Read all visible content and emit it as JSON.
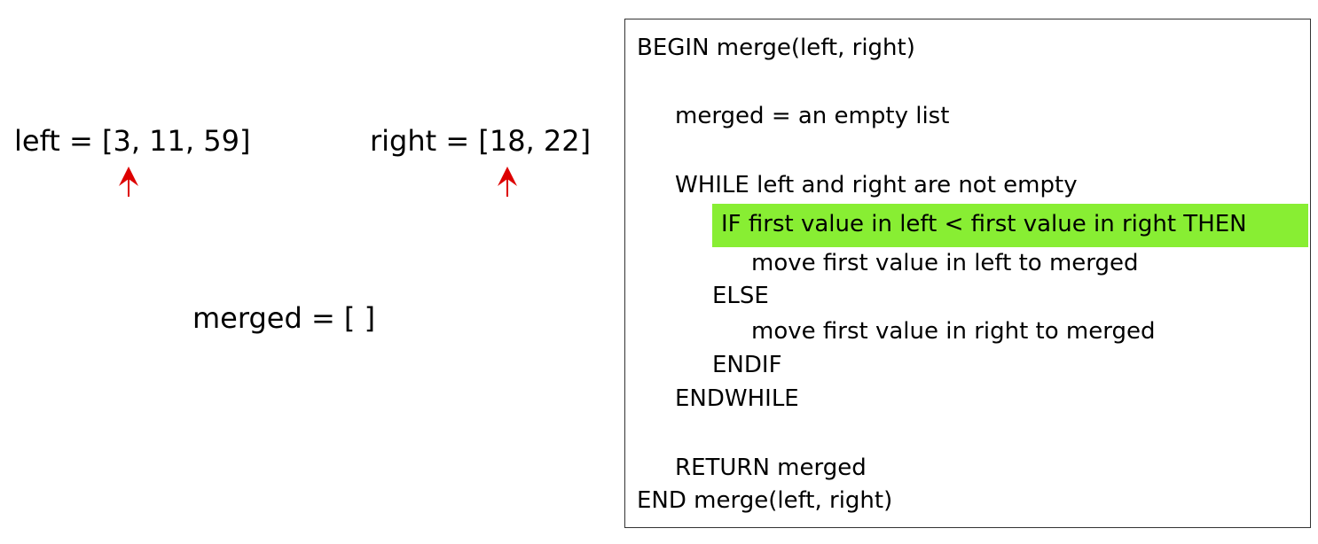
{
  "arrays": {
    "left": {
      "text": "left = [3, 11, 59]",
      "values": [
        3,
        11,
        59
      ],
      "pointer_index": 0
    },
    "right": {
      "text": "right = [18, 22]",
      "values": [
        18,
        22
      ],
      "pointer_index": 0
    },
    "merged": {
      "text": "merged = [ ]",
      "values": []
    }
  },
  "pointer_color": "#dd0000",
  "pseudocode": {
    "lines": [
      "BEGIN merge(left, right)",
      "merged = an empty list",
      "WHILE left and right are not empty",
      "IF first value in left < first value in right THEN",
      "move first value in left to merged",
      "ELSE",
      "move first value in right to merged",
      "ENDIF",
      "ENDWHILE",
      "RETURN merged",
      "END merge(left, right)"
    ],
    "highlighted_line": 3,
    "highlight_color": "#88ee33"
  }
}
